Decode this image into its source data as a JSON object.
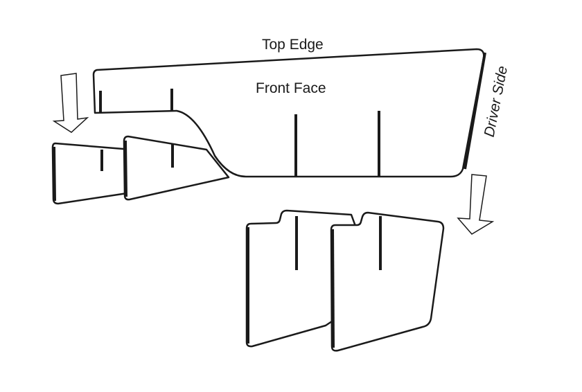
{
  "labels": {
    "top_edge": "Top Edge",
    "front_face": "Front Face",
    "driver_side": "Driver Side"
  },
  "style": {
    "stroke": "#1a1a1a",
    "fill": "#ffffff"
  }
}
